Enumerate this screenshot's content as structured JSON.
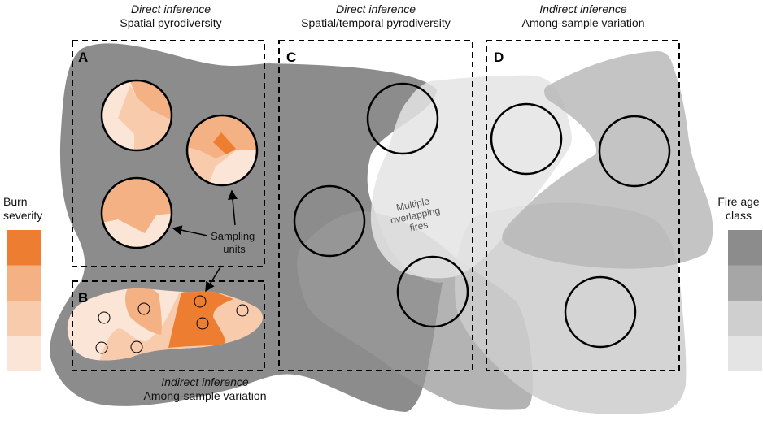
{
  "headers": {
    "a": {
      "inference": "Direct inference",
      "variation": "Spatial pyrodiversity"
    },
    "c": {
      "inference": "Direct inference",
      "variation": "Spatial/temporal pyrodiversity"
    },
    "d": {
      "inference": "Indirect inference",
      "variation": "Among-sample variation"
    },
    "b": {
      "inference": "Indirect inference",
      "variation": "Among-sample variation"
    }
  },
  "panels": {
    "a": "A",
    "b": "B",
    "c": "C",
    "d": "D"
  },
  "annotations": {
    "sampling_units": [
      "Sampling",
      "units"
    ],
    "overlapping": [
      "Multiple",
      "overlapping",
      "fires"
    ]
  },
  "legends": {
    "burn_severity": {
      "title": [
        "Burn",
        "severity"
      ],
      "colors": [
        "#ed7d31",
        "#f4b183",
        "#f8cbad",
        "#fbe5d6"
      ]
    },
    "fire_age": {
      "title": [
        "Fire age",
        "class"
      ],
      "colors": [
        "#8c8c8c",
        "#a6a6a6",
        "#cfcfcf",
        "#e4e4e4"
      ]
    }
  }
}
